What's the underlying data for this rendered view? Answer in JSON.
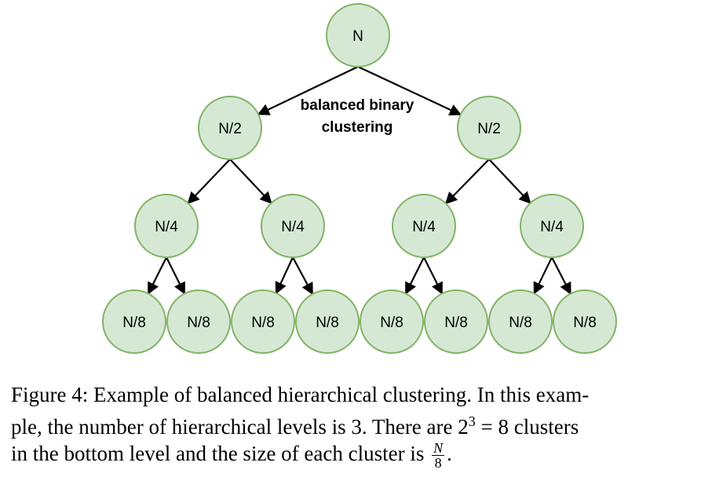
{
  "diagram": {
    "label_lines": [
      "balanced binary",
      "clustering"
    ],
    "levels": [
      [
        "N"
      ],
      [
        "N/2",
        "N/2"
      ],
      [
        "N/4",
        "N/4",
        "N/4",
        "N/4"
      ],
      [
        "N/8",
        "N/8",
        "N/8",
        "N/8",
        "N/8",
        "N/8",
        "N/8",
        "N/8"
      ]
    ],
    "node_fill": "#d5e8d4",
    "node_stroke": "#82b366",
    "edge_color": "#000000"
  },
  "caption": {
    "line1": "Figure 4: Example of balanced hierarchical clustering. In this exam-",
    "line2_pre": "ple, the number of hierarchical levels is 3. There are 2",
    "line2_sup": "3",
    "line2_post": " = 8 clusters",
    "line3_pre": "in the bottom level and the size of each cluster is ",
    "frac_num": "N",
    "frac_den": "8",
    "line3_post": "."
  }
}
